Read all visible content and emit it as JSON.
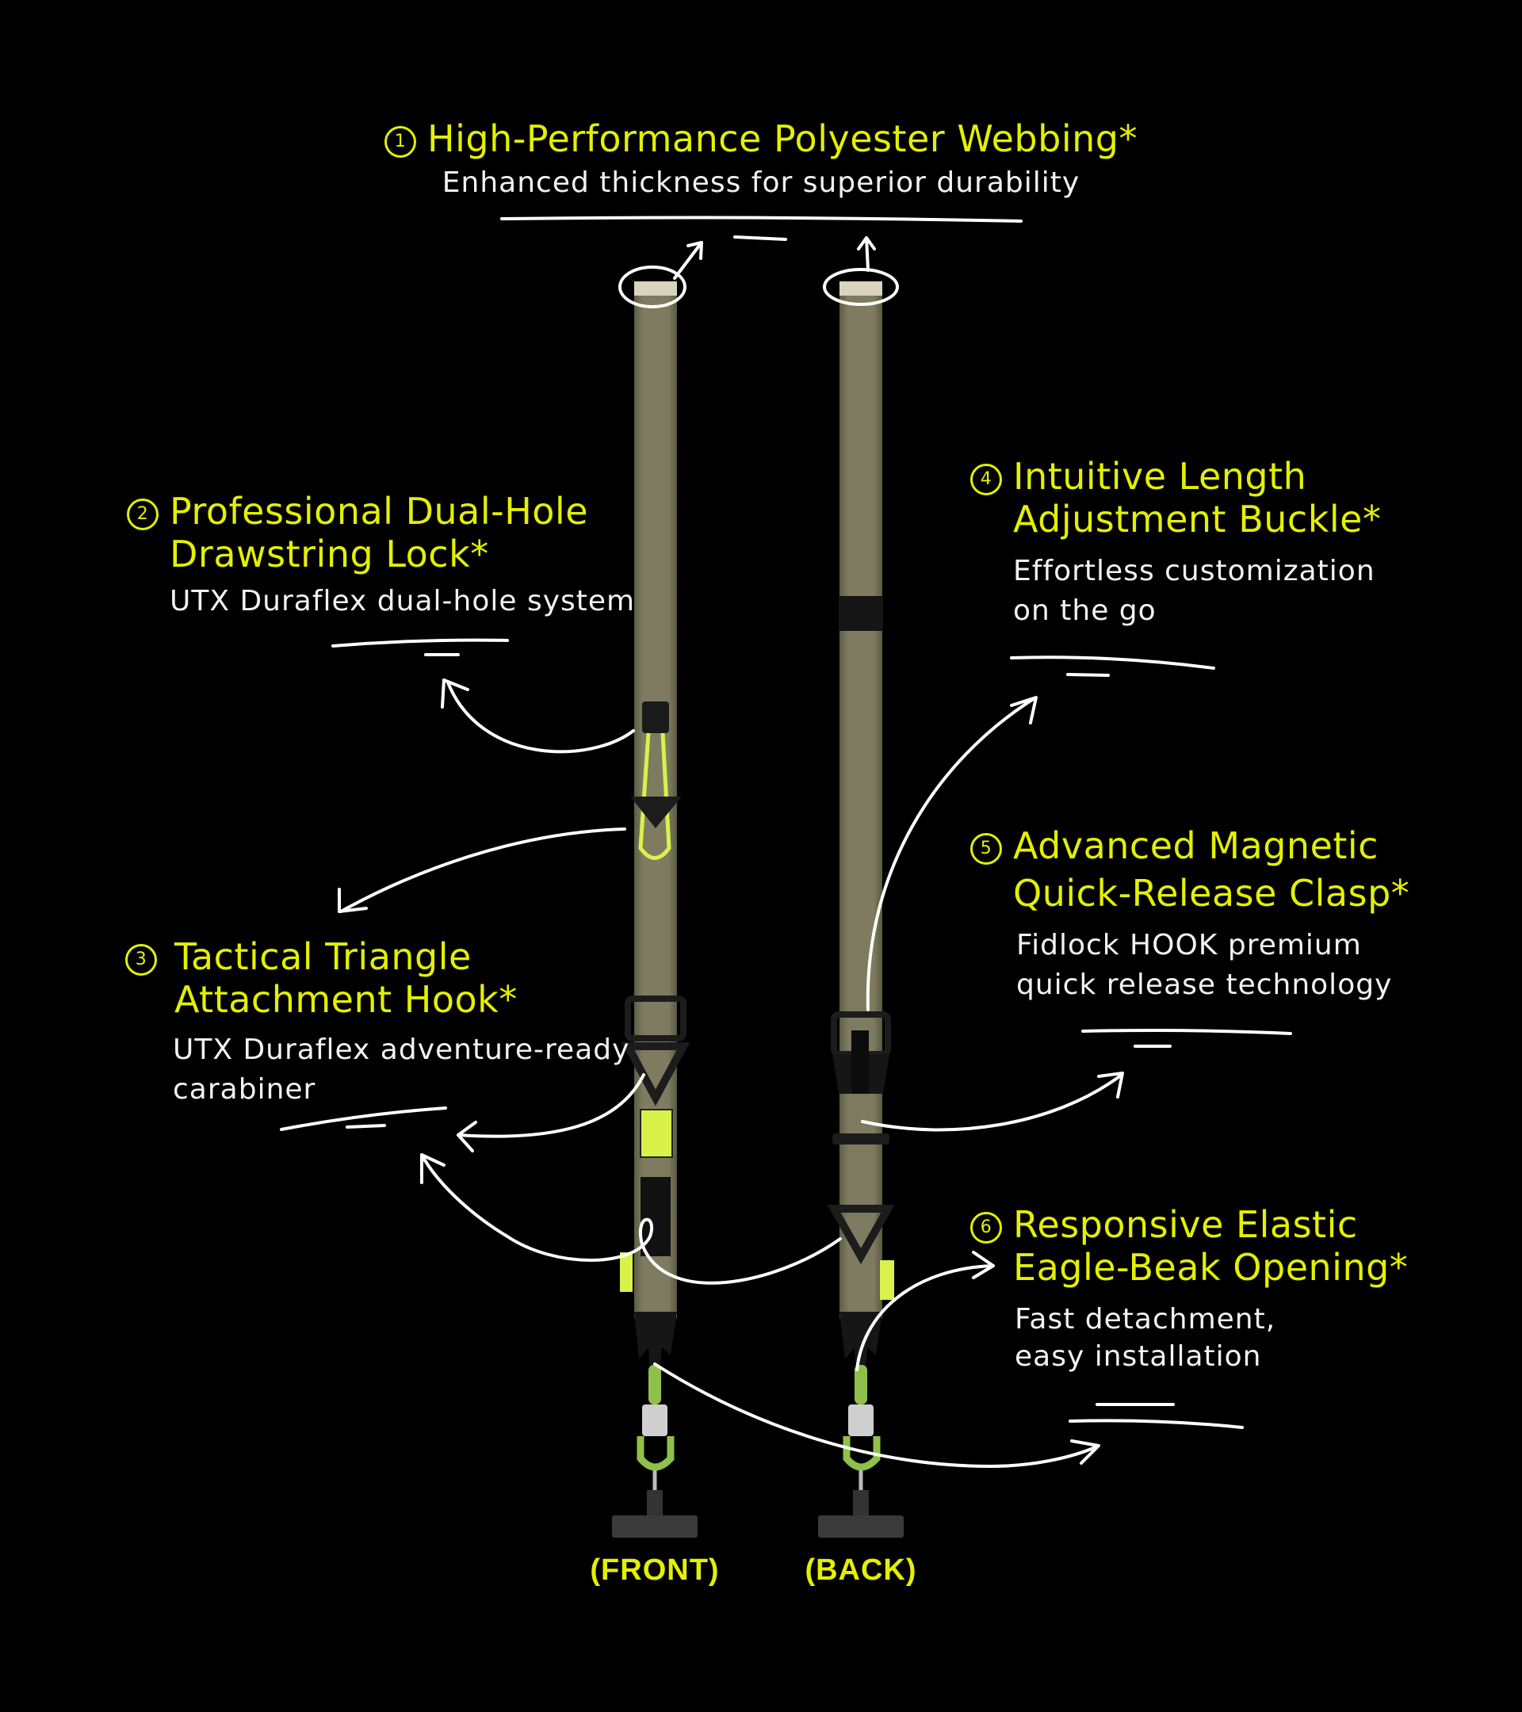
{
  "features": [
    {
      "number": "1",
      "title_lines": [
        "High-Performance Polyester Webbing*"
      ],
      "description_lines": [
        "Enhanced thickness for superior durability"
      ]
    },
    {
      "number": "2",
      "title_lines": [
        "Professional Dual-Hole",
        "Drawstring Lock*"
      ],
      "description_lines": [
        "UTX Duraflex dual-hole system"
      ]
    },
    {
      "number": "3",
      "title_lines": [
        "Tactical Triangle",
        "Attachment Hook*"
      ],
      "description_lines": [
        "UTX Duraflex adventure-ready",
        "carabiner"
      ]
    },
    {
      "number": "4",
      "title_lines": [
        "Intuitive Length",
        "Adjustment Buckle*"
      ],
      "description_lines": [
        "Effortless customization",
        "on the go"
      ]
    },
    {
      "number": "5",
      "title_lines": [
        "Advanced Magnetic",
        "Quick-Release Clasp*"
      ],
      "description_lines": [
        "Fidlock HOOK premium",
        "quick release technology"
      ]
    },
    {
      "number": "6",
      "title_lines": [
        "Responsive Elastic",
        "Eagle-Beak Opening*"
      ],
      "description_lines": [
        "Fast detachment,",
        "easy installation"
      ]
    }
  ],
  "views": {
    "front": "(FRONT)",
    "back": "(BACK)"
  },
  "colors": {
    "accent": "#e4f000",
    "text": "#f2f2f2",
    "background": "#000000",
    "webbing": "#7b785c",
    "hardware": "#1c1c1c",
    "tag": "#d8f24a"
  }
}
